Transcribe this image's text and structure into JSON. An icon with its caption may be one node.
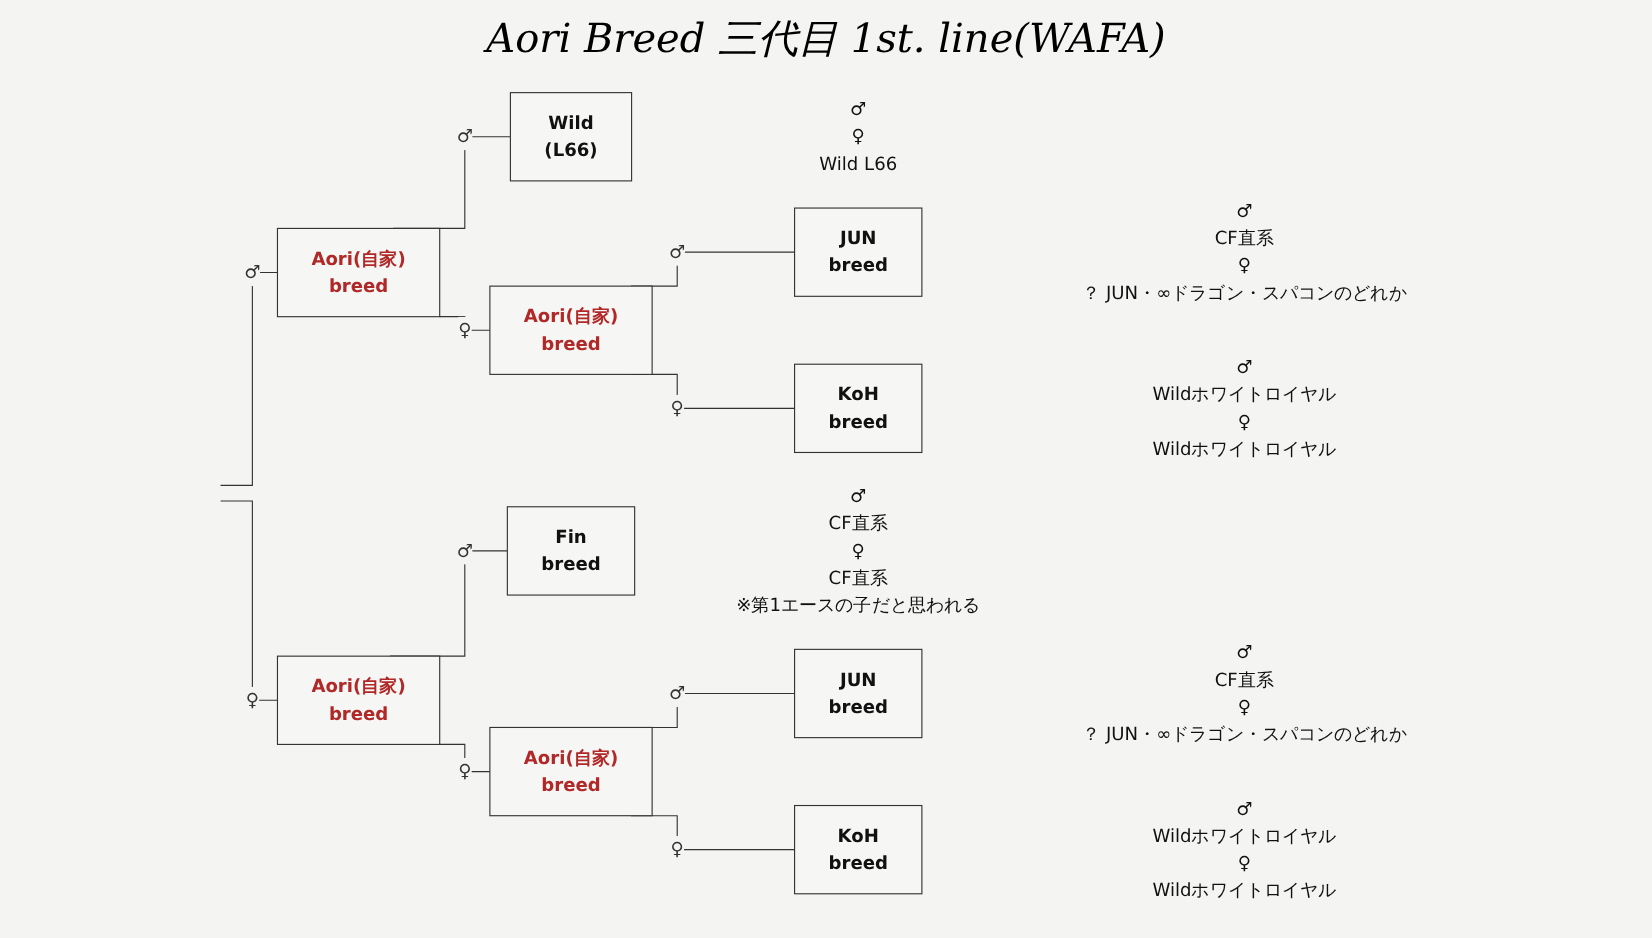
{
  "diagram": {
    "title": "Aori Breed 三代目 1st. line(WAFA)",
    "nodes": [
      {
        "text": [
          "Aori(自家)",
          "breed"
        ]
      },
      {
        "text": [
          "Wild",
          "(L66)"
        ],
        "beside": [
          "♂",
          "♀",
          "Wild L66"
        ]
      },
      {
        "text": [
          "Aori(自家)",
          "breed"
        ]
      },
      {
        "text": [
          "JUN",
          "breed"
        ],
        "beside": [
          "♂",
          "CF直系",
          "♀",
          "？ JUN・∞ドラゴン・スパコンのどれか"
        ]
      },
      {
        "text": [
          "KoH",
          "breed"
        ],
        "beside": [
          "♂",
          "Wildホワイトロイヤル",
          "♀",
          "Wildホワイトロイヤル"
        ]
      },
      {
        "text": [
          "Aori(自家)",
          "breed"
        ]
      },
      {
        "text": [
          "Fin",
          "breed"
        ],
        "beside": [
          "♂",
          "CF直系",
          "♀",
          "CF直系",
          "※第1エースの子だと思われる"
        ]
      },
      {
        "text": [
          "Aori(自家)",
          "breed"
        ]
      },
      {
        "text": [
          "JUN",
          "breed"
        ],
        "beside": [
          "♂",
          "CF直系",
          "♀",
          "？ JUN・∞ドラゴン・スパコンのどれか"
        ]
      },
      {
        "text": [
          "KoH",
          "breed"
        ],
        "beside": [
          "♂",
          "Wildホワイトロイヤル",
          "♀",
          "Wildホワイトロイヤル"
        ]
      }
    ],
    "edges": [
      {
        "from": null,
        "to": 0,
        "arrow": "none",
        "label": "♂"
      },
      {
        "from": 0,
        "to": 1,
        "arrow": "none",
        "label": "♂"
      },
      {
        "from": 0,
        "to": 2,
        "arrow": "none",
        "label": "♀"
      },
      {
        "from": 2,
        "to": 3,
        "arrow": "none",
        "label": "♂"
      },
      {
        "from": 2,
        "to": 4,
        "arrow": "none",
        "label": "♀"
      },
      {
        "from": null,
        "to": 5,
        "arrow": "none",
        "label": "♀"
      },
      {
        "from": 5,
        "to": 6,
        "arrow": "none",
        "label": "♂"
      },
      {
        "from": 5,
        "to": 7,
        "arrow": "none",
        "label": "♀"
      },
      {
        "from": 7,
        "to": 8,
        "arrow": "none",
        "label": "♂"
      },
      {
        "from": 7,
        "to": 9,
        "arrow": "none",
        "label": "♀"
      }
    ]
  }
}
